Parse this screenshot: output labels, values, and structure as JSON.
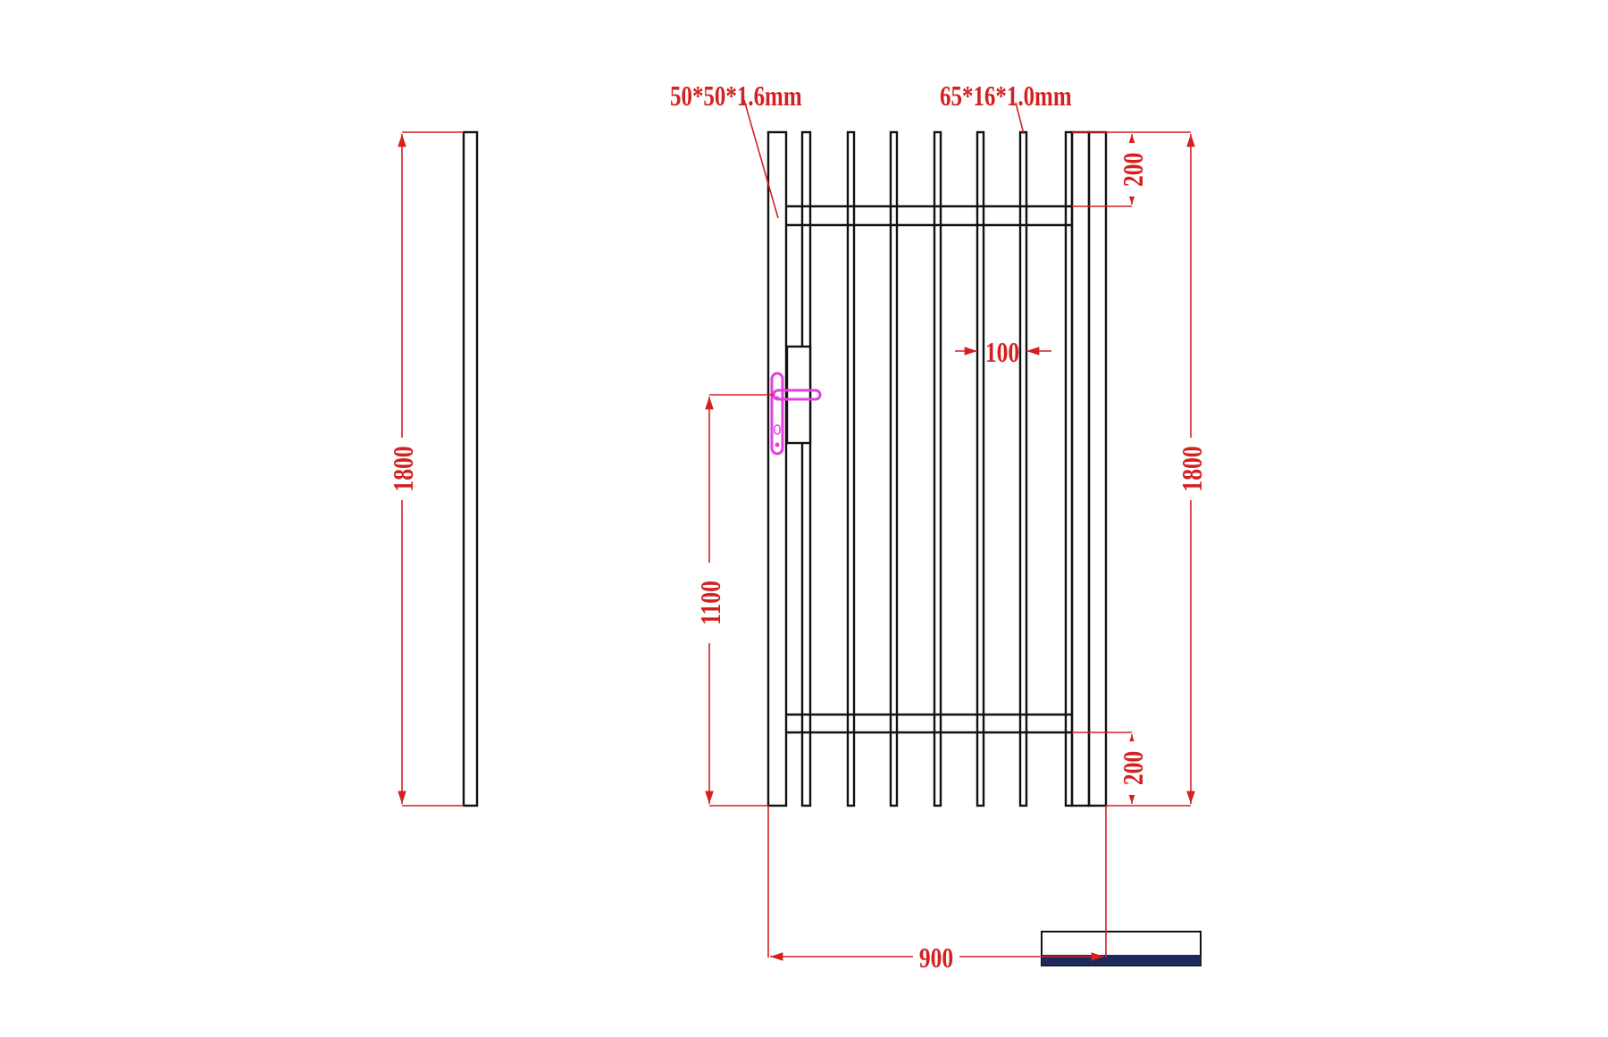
{
  "drawing": {
    "labels": {
      "post_section": "50*50*1.6mm",
      "picket_section": "65*16*1.0mm",
      "post_height": "1800",
      "gate_height": "1800",
      "handle_height": "1100",
      "picket_spacing": "100",
      "top_rail_offset": "200",
      "bottom_rail_offset": "200",
      "gate_width": "900"
    },
    "colors": {
      "dimension": "#d42020",
      "outline": "#111111",
      "handle": "#e040e0",
      "footer_bar": "#1f2a5c"
    }
  }
}
